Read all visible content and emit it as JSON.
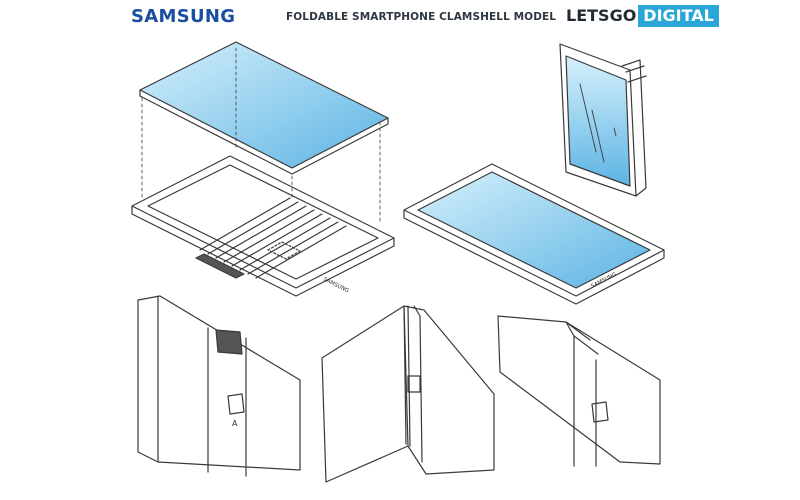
{
  "header": {
    "brand": "SAMSUNG",
    "title": "FOLDABLE SMARTPHONE CLAMSHELL MODEL",
    "logo_part1": "LETSGO",
    "logo_part2": "DIGITAL"
  },
  "figures": {
    "frame_wordmark": "SAMSUNG",
    "hinge_label": "A"
  },
  "colors": {
    "screen_light": "#d6f0fb",
    "screen_dark": "#5cb4e4",
    "line": "#3a3a3a",
    "brand_blue": "#1a4ea0",
    "logo_blue": "#2aa7d6"
  }
}
